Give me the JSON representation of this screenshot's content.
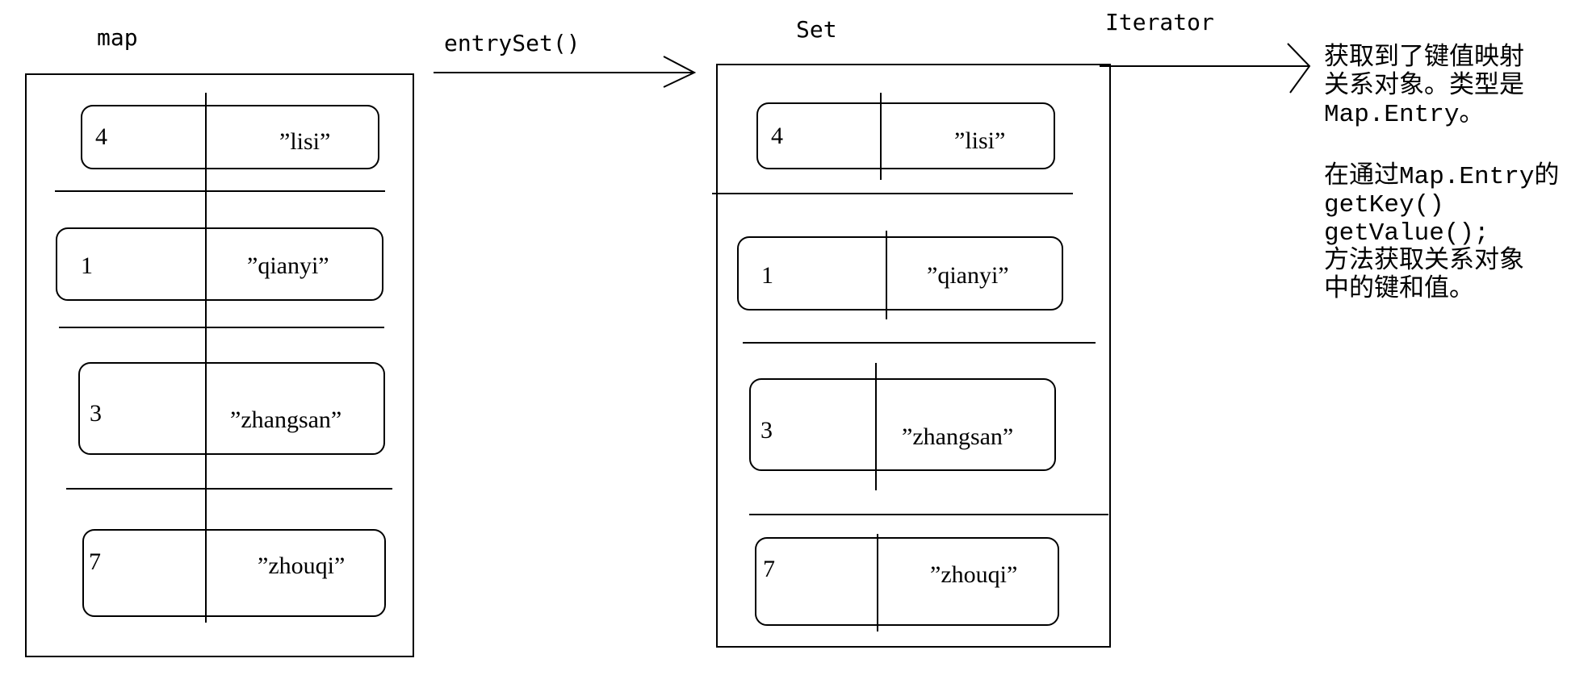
{
  "map_label": "map",
  "arrow_label": "entrySet()",
  "set_label": "Set",
  "iterator_label": "Iterator",
  "entries": [
    {
      "key": "4",
      "value": "”lisi”"
    },
    {
      "key": "1",
      "value": "”qianyi”"
    },
    {
      "key": "3",
      "value": "”zhangsan”"
    },
    {
      "key": "7",
      "value": "”zhouqi”"
    }
  ],
  "note_lines": [
    "获取到了键值映射",
    "关系对象。类型是",
    "Map.Entry。",
    "",
    "在通过Map.Entry的",
    "getKey()",
    "getValue();",
    "方法获取关系对象",
    "中的键和值。"
  ]
}
